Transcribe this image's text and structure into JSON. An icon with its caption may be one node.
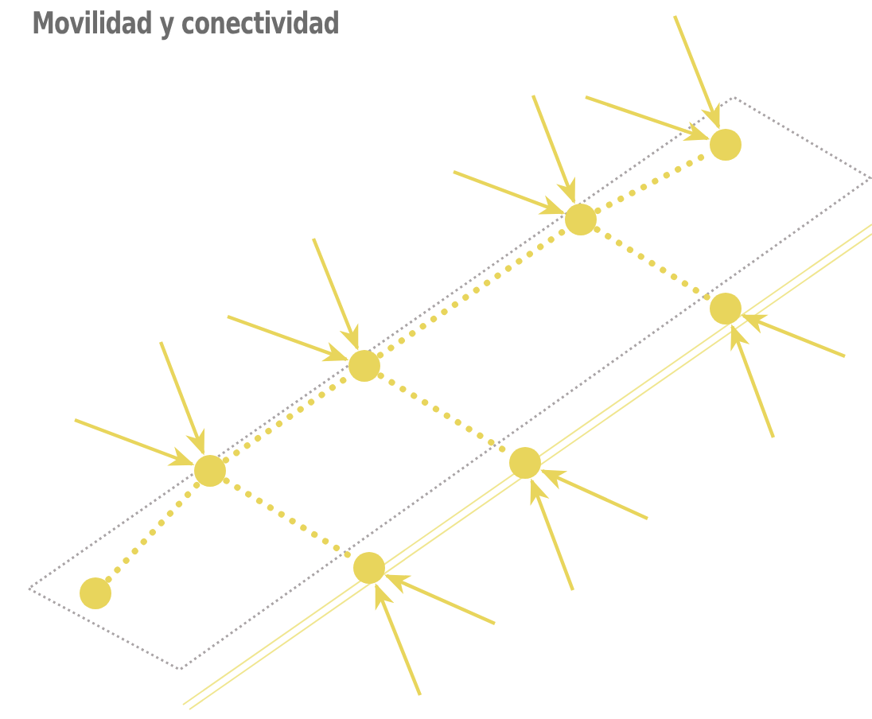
{
  "diagram": {
    "title": "Movilidad y conectividad",
    "nodes": [
      {
        "text": [],
        "shape": "circle"
      },
      {
        "text": [],
        "shape": "circle"
      },
      {
        "text": [],
        "shape": "circle"
      },
      {
        "text": [],
        "shape": "circle"
      },
      {
        "text": [],
        "shape": "circle"
      },
      {
        "text": [],
        "shape": "circle"
      },
      {
        "text": [],
        "shape": "circle"
      },
      {
        "text": [],
        "shape": "circle"
      }
    ],
    "edges": [
      {
        "from": 7,
        "to": 5,
        "arrow": "none",
        "style": "dashed"
      },
      {
        "from": 5,
        "to": 3,
        "arrow": "none",
        "style": "dashed"
      },
      {
        "from": 3,
        "to": 1,
        "arrow": "none",
        "style": "dashed"
      },
      {
        "from": 1,
        "to": 0,
        "arrow": "none",
        "style": "dashed"
      },
      {
        "from": 1,
        "to": 2,
        "arrow": "none",
        "style": "dashed"
      },
      {
        "from": 3,
        "to": 4,
        "arrow": "none",
        "style": "dashed"
      },
      {
        "from": 5,
        "to": 6,
        "arrow": "none",
        "style": "dashed"
      },
      {
        "from": null,
        "to": 0,
        "arrow": "to"
      },
      {
        "from": null,
        "to": 0,
        "arrow": "to"
      },
      {
        "from": null,
        "to": 1,
        "arrow": "to"
      },
      {
        "from": null,
        "to": 1,
        "arrow": "to"
      },
      {
        "from": null,
        "to": 2,
        "arrow": "to"
      },
      {
        "from": null,
        "to": 2,
        "arrow": "to"
      },
      {
        "from": null,
        "to": 3,
        "arrow": "to"
      },
      {
        "from": null,
        "to": 3,
        "arrow": "to"
      },
      {
        "from": null,
        "to": 4,
        "arrow": "to"
      },
      {
        "from": null,
        "to": 4,
        "arrow": "to"
      },
      {
        "from": null,
        "to": 5,
        "arrow": "to"
      },
      {
        "from": null,
        "to": 5,
        "arrow": "to"
      },
      {
        "from": null,
        "to": 6,
        "arrow": "to"
      },
      {
        "from": null,
        "to": 6,
        "arrow": "to"
      }
    ]
  }
}
